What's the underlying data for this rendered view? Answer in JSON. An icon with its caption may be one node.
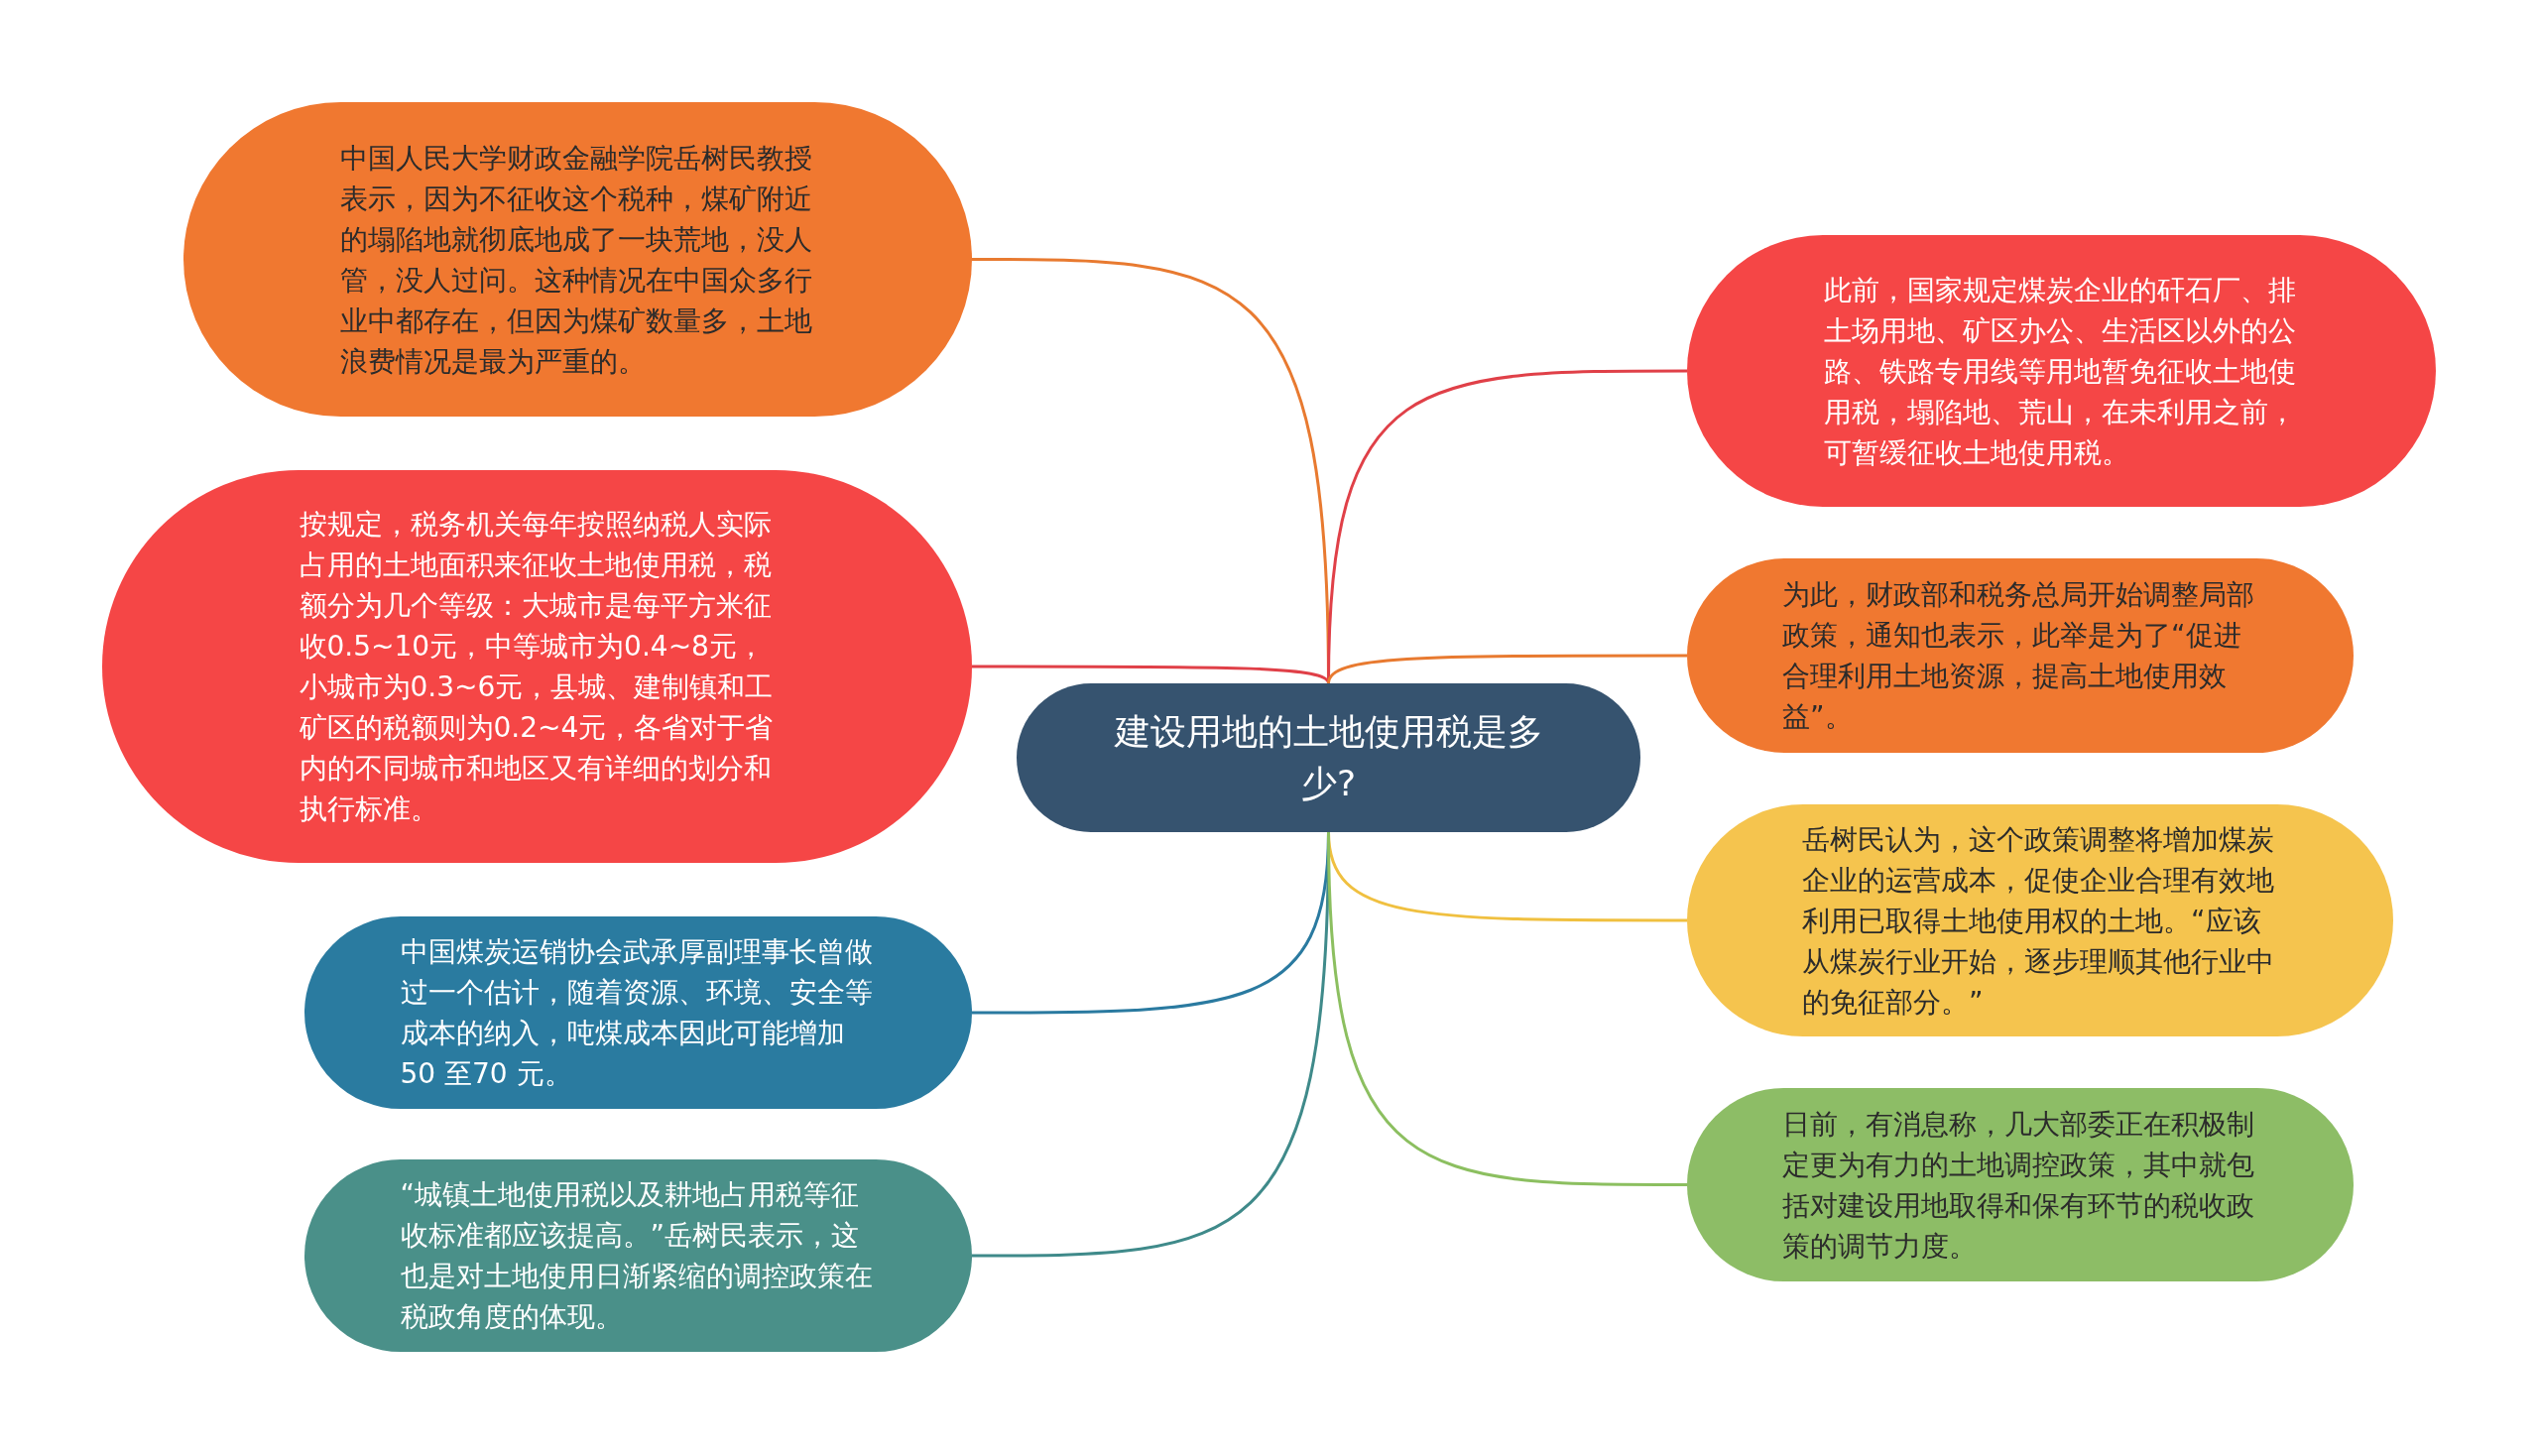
{
  "diagram": {
    "nodes": [
      {
        "text": [
          "建设用地的土地使用税是多少?"
        ]
      },
      {
        "text": [
          "中国人民大学财政金融学院岳树民教授表示，因为不征收这个税种，煤矿附近的塌陷地就彻底地成了一块荒地，没人管，没人过问。这种情况在中国众多行业中都存在，但因为煤矿数量多，土地浪费情况是最为严重的。"
        ]
      },
      {
        "text": [
          "按规定，税务机关每年按照纳税人实际占用的土地面积来征收土地使用税，税额分为几个等级：大城市是每平方米征收0.5~10元，中等城市为0.4~8元，小城市为0.3~6元，县城、建制镇和工矿区的税额则为0.2~4元，各省对于省内的不同城市和地区又有详细的划分和执行标准。"
        ]
      },
      {
        "text": [
          "中国煤炭运销协会武承厚副理事长曾做过一个估计，随着资源、环境、安全等成本的纳入，吨煤成本因此可能增加 50 至70 元。"
        ]
      },
      {
        "text": [
          "“城镇土地使用税以及耕地占用税等征收标准都应该提高。”岳树民表示，这也是对土地使用日渐紧缩的调控政策在税政角度的体现。"
        ]
      },
      {
        "text": [
          "此前，国家规定煤炭企业的矸石厂、排土场用地、矿区办公、生活区以外的公路、铁路专用线等用地暂免征收土地使用税，塌陷地、荒山，在未利用之前，可暂缓征收土地使用税。"
        ]
      },
      {
        "text": [
          "为此，财政部和税务总局开始调整局部政策，通知也表示，此举是为了“促进合理利用土地资源，提高土地使用效益”。"
        ]
      },
      {
        "text": [
          "岳树民认为，这个政策调整将增加煤炭企业的运营成本，促使企业合理有效地利用已取得土地使用权的土地。“应该从煤炭行业开始，逐步理顺其他行业中的免征部分。”"
        ]
      },
      {
        "text": [
          "日前，有消息称，几大部委正在积极制定更为有力的土地调控政策，其中就包括对建设用地取得和保有环节的税收政策的调节力度。"
        ]
      }
    ],
    "edges": [
      {
        "from": 0,
        "to": 1,
        "arrow": "none",
        "color": "#e87a30"
      },
      {
        "from": 0,
        "to": 2,
        "arrow": "none",
        "color": "#e04048"
      },
      {
        "from": 0,
        "to": 3,
        "arrow": "none",
        "color": "#2a7aa0"
      },
      {
        "from": 0,
        "to": 4,
        "arrow": "none",
        "color": "#3f8a8a"
      },
      {
        "from": 0,
        "to": 5,
        "arrow": "none",
        "color": "#e04048"
      },
      {
        "from": 0,
        "to": 6,
        "arrow": "none",
        "color": "#e87a30"
      },
      {
        "from": 0,
        "to": 7,
        "arrow": "none",
        "color": "#f0c040"
      },
      {
        "from": 0,
        "to": 8,
        "arrow": "none",
        "color": "#8cbf60"
      }
    ]
  }
}
